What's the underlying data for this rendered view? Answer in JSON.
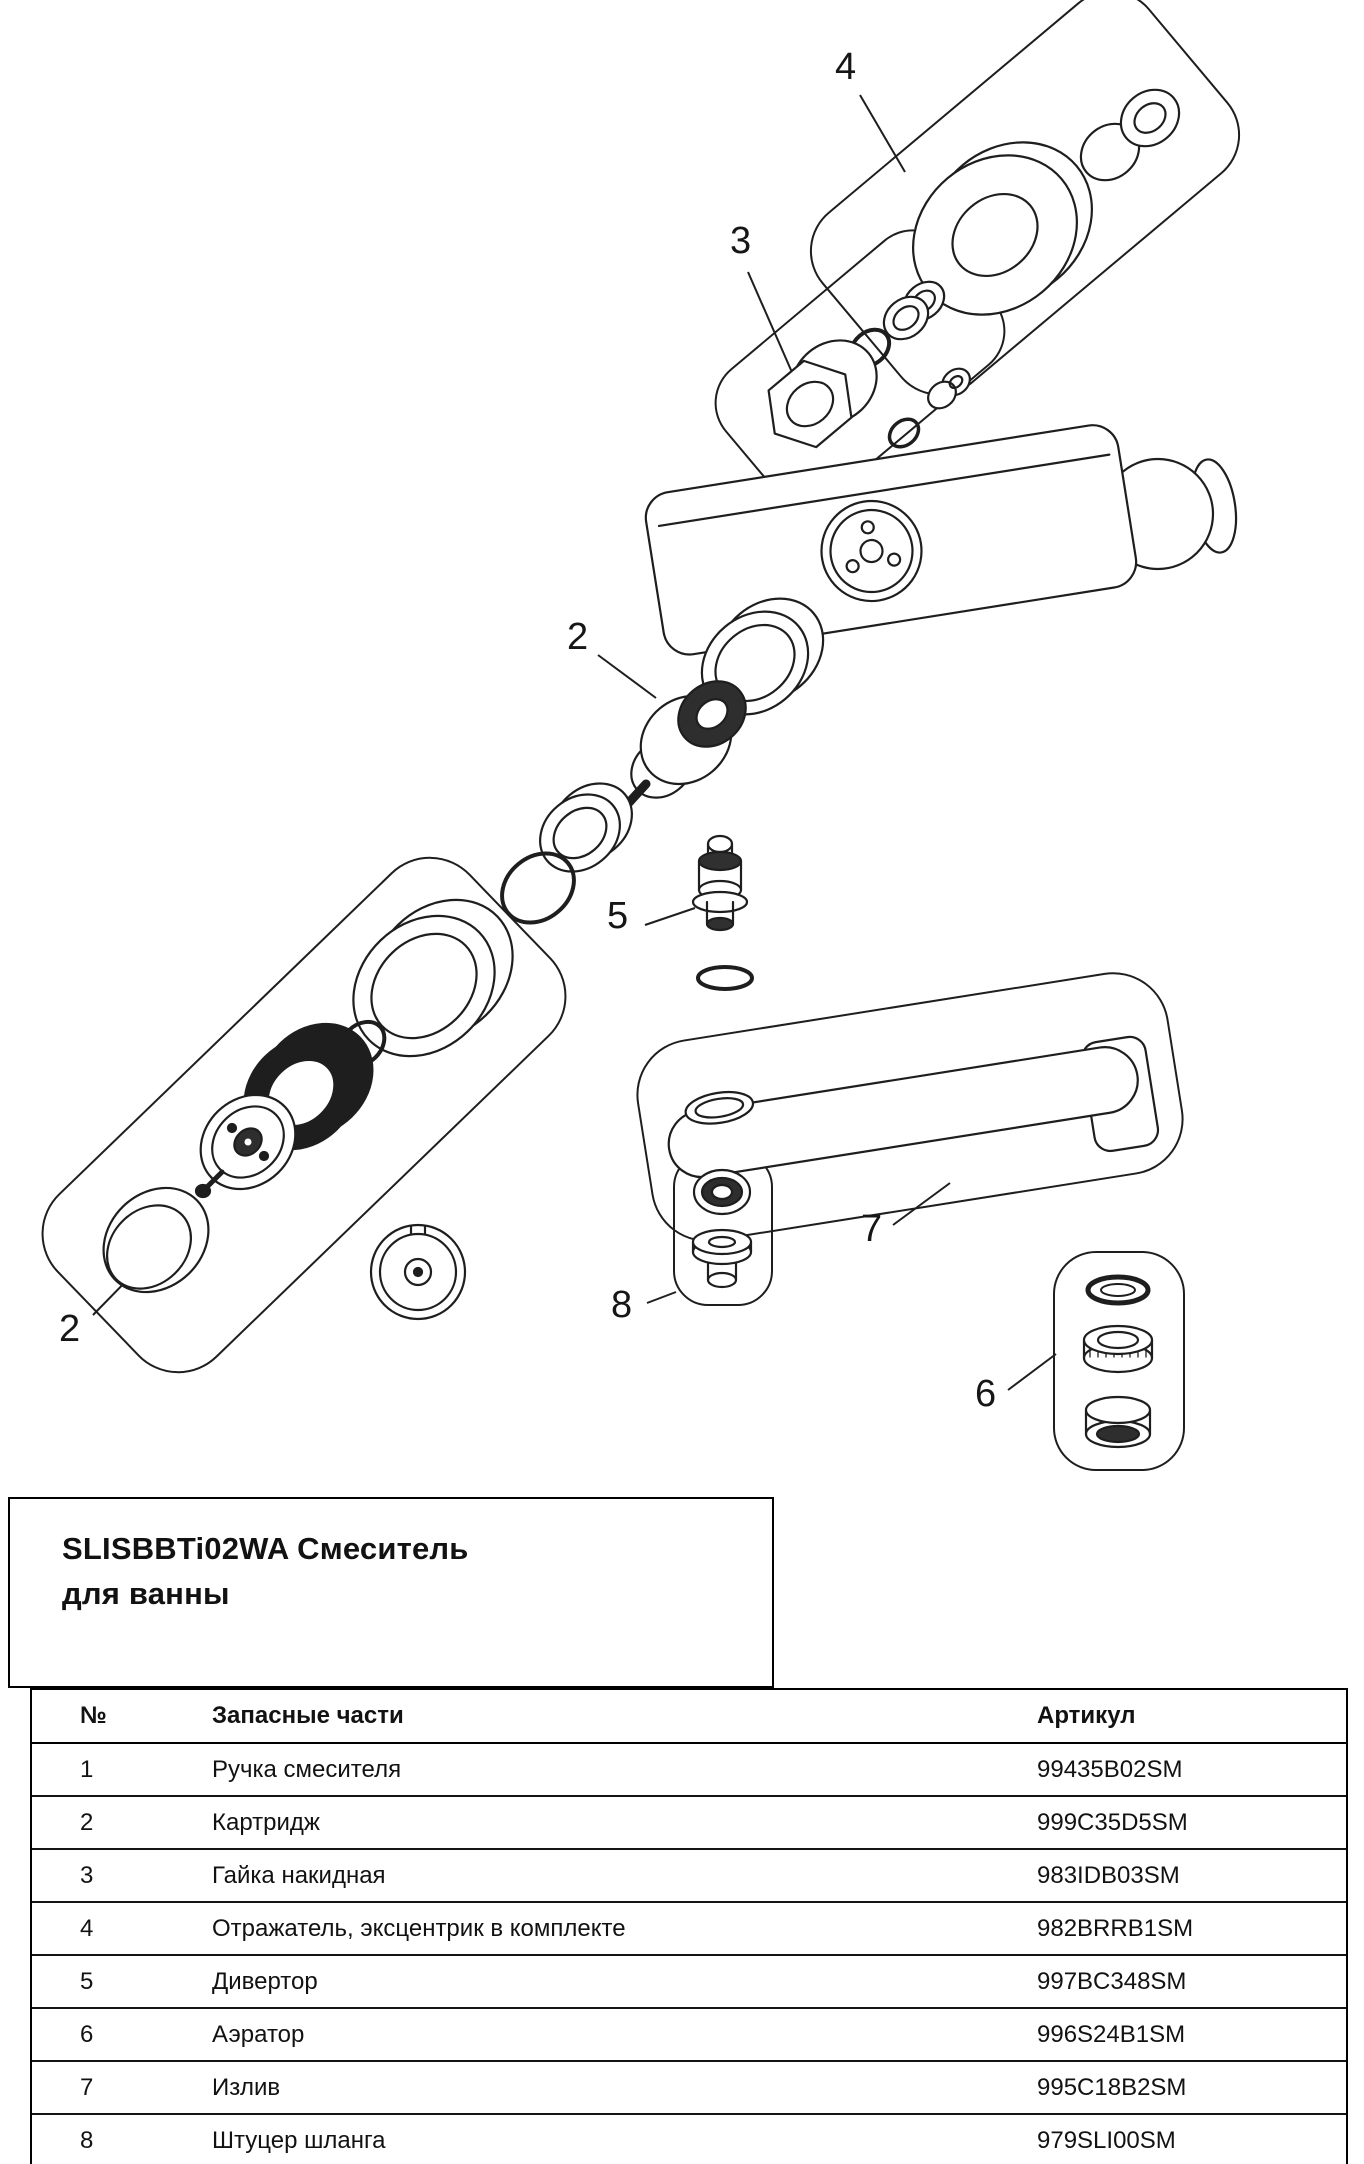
{
  "diagram": {
    "callouts": {
      "c4": "4",
      "c3": "3",
      "c2_cartridge": "2",
      "c5": "5",
      "c7": "7",
      "c8": "8",
      "c6": "6",
      "c2_handle": "2"
    }
  },
  "title_block": {
    "line1": "SLISBBTi02WA Смеситель",
    "line2": "для ванны"
  },
  "table": {
    "headers": {
      "num": "№",
      "name": "Запасные части",
      "sku": "Артикул"
    },
    "rows": [
      {
        "num": "1",
        "name": "Ручка смесителя",
        "sku": "99435B02SM"
      },
      {
        "num": "2",
        "name": "Картридж",
        "sku": "999C35D5SM"
      },
      {
        "num": "3",
        "name": "Гайка накидная",
        "sku": "983IDB03SM"
      },
      {
        "num": "4",
        "name": "Отражатель, эксцентрик в комплекте",
        "sku": "982BRRB1SM"
      },
      {
        "num": "5",
        "name": "Дивертор",
        "sku": "997BC348SM"
      },
      {
        "num": "6",
        "name": "Аэратор",
        "sku": "996S24B1SM"
      },
      {
        "num": "7",
        "name": "Излив",
        "sku": "995C18B2SM"
      },
      {
        "num": "8",
        "name": "Штуцер шланга",
        "sku": "979SLI00SM"
      }
    ]
  }
}
